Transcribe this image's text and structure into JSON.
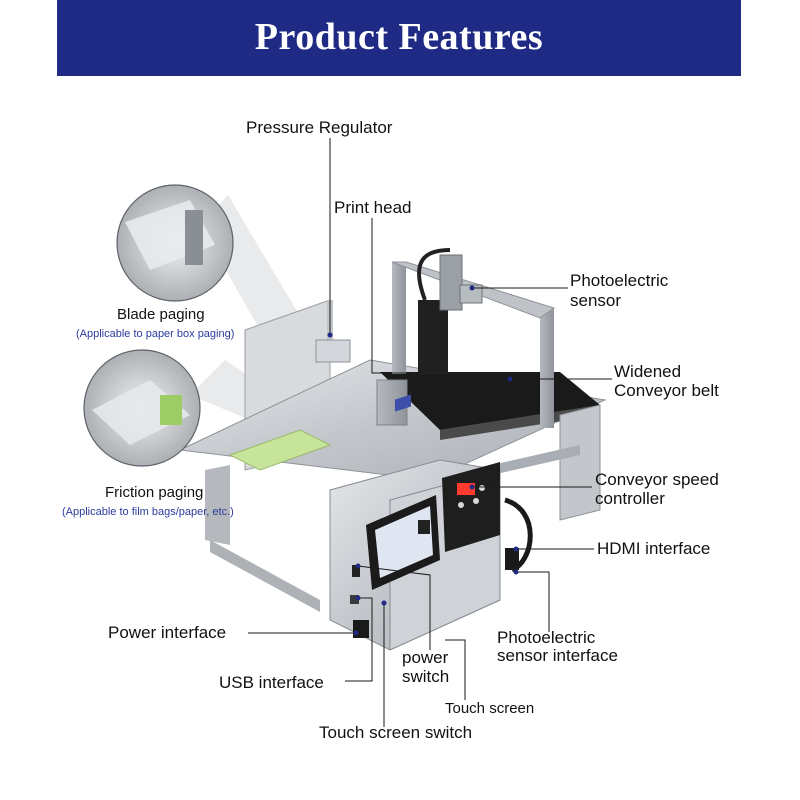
{
  "header": {
    "title": "Product Features",
    "bg_color": "#1f2a85"
  },
  "labels": {
    "pressure_regulator": "Pressure Regulator",
    "print_head": "Print head",
    "photoelectric_sensor_1": "Photoelectric",
    "photoelectric_sensor_2": "sensor",
    "widened_1": "Widened",
    "widened_2": "Conveyor belt",
    "conveyor_speed_1": "Conveyor speed",
    "conveyor_speed_2": "controller",
    "hdmi": "HDMI interface",
    "photo_sensor_interface_1": "Photoelectric",
    "photo_sensor_interface_2": "sensor interface",
    "touch_screen": "Touch screen",
    "touch_screen_switch": "Touch screen switch",
    "usb": "USB interface",
    "power_interface": "Power interface",
    "power_switch_1": "power",
    "power_switch_2": "switch",
    "blade_paging": "Blade paging",
    "blade_paging_note": "(Applicable to paper box paging)",
    "friction_paging": "Friction paging",
    "friction_paging_note": "(Applicable to film bags/paper, etc.)"
  },
  "colors": {
    "accent": "#1f2a85",
    "note_text": "#2a3b9c",
    "metal": "#c9ccd1",
    "belt": "#1a1a1a"
  }
}
